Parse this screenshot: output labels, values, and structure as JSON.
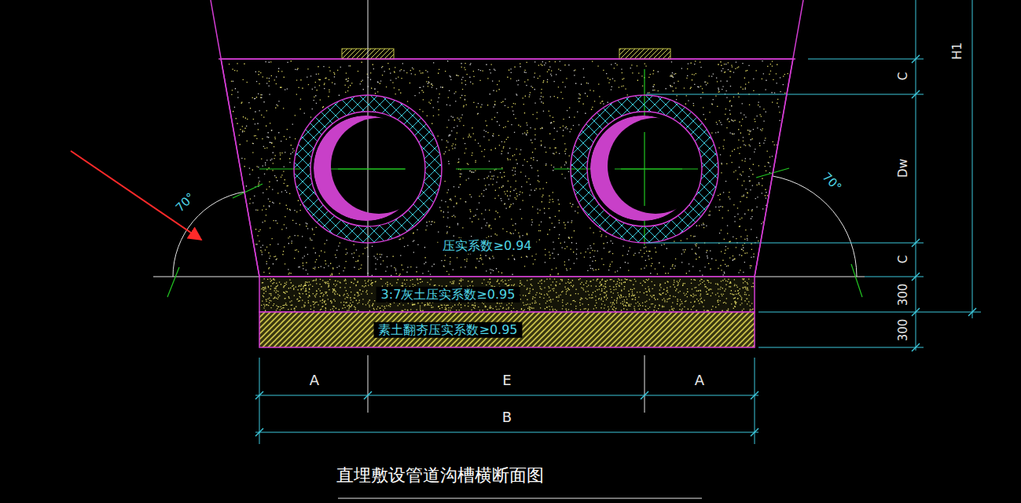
{
  "diagram": {
    "title": "直埋敷设管道沟槽横断面图",
    "nodes": [
      {
        "text": [
          "压实系数≥0.94"
        ]
      },
      {
        "text": [
          "3:7灰土压实系数≥0.95"
        ]
      },
      {
        "text": [
          "素土翻夯压实系数≥0.95"
        ]
      }
    ],
    "labels": [
      "H1",
      "C",
      "Dw",
      "C",
      "300",
      "300",
      "70°",
      "70°",
      "A",
      "E",
      "A",
      "B"
    ]
  }
}
